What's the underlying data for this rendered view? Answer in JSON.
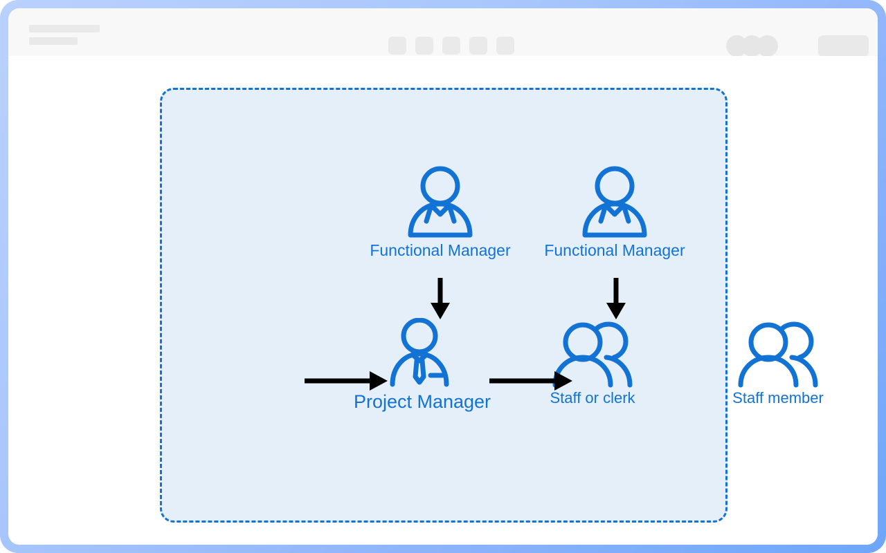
{
  "window": {
    "title_placeholder_lines": 2,
    "toolbar": {
      "button_count": 5,
      "buttons": [
        {
          "name": "toolbar-square-1"
        },
        {
          "name": "toolbar-square-2"
        },
        {
          "name": "toolbar-square-3"
        },
        {
          "name": "toolbar-square-4"
        },
        {
          "name": "toolbar-square-5"
        }
      ],
      "avatars": [
        {
          "name": "avatar-1"
        },
        {
          "name": "avatar-2"
        },
        {
          "name": "avatar-3"
        }
      ],
      "primary_action_label": ""
    }
  },
  "colors": {
    "frame_blue_light": "#b9d1fd",
    "frame_blue_dark": "#6ea6f9",
    "window_bg": "#ffffff",
    "title_bar_bg": "#f8f8f8",
    "placeholder_gray": "#e9e9e9",
    "diagram_fill": "#e4effa",
    "diagram_border": "#1273d4",
    "icon_blue": "#1273d4",
    "label_blue": "#1273d4",
    "arrow_black": "#000000"
  },
  "diagram": {
    "type": "org-chart",
    "container_style": "dashed-rounded",
    "nodes": [
      {
        "id": "functional-manager-1",
        "label": "Functional Manager",
        "icon": "single-person-manager-icon",
        "row": "top",
        "column": 2
      },
      {
        "id": "functional-manager-2",
        "label": "Functional Manager",
        "icon": "single-person-manager-icon",
        "row": "top",
        "column": 3
      },
      {
        "id": "project-manager",
        "label": "Project Manager",
        "icon": "person-with-tie-icon",
        "row": "bottom",
        "column": 1
      },
      {
        "id": "staff-or-clerk",
        "label": "Staff or clerk",
        "icon": "two-people-group-icon",
        "row": "bottom",
        "column": 2
      },
      {
        "id": "staff-member",
        "label": "Staff member",
        "icon": "two-people-group-icon",
        "row": "bottom",
        "column": 3
      }
    ],
    "arrows": [
      {
        "id": "arrow-fm1-to-staff",
        "from": "functional-manager-1",
        "to": "staff-or-clerk",
        "direction": "down"
      },
      {
        "id": "arrow-fm2-to-member",
        "from": "functional-manager-2",
        "to": "staff-member",
        "direction": "down"
      },
      {
        "id": "arrow-pm-to-staff",
        "from": "project-manager",
        "to": "staff-or-clerk",
        "direction": "right"
      },
      {
        "id": "arrow-staff-to-member",
        "from": "staff-or-clerk",
        "to": "staff-member",
        "direction": "right"
      }
    ]
  }
}
